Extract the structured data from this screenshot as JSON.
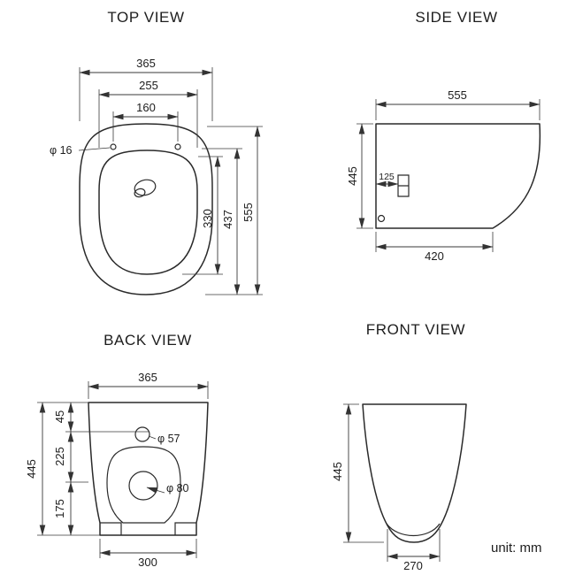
{
  "unit_label": "unit: mm",
  "views": {
    "top": {
      "title": "TOP VIEW",
      "dims": {
        "overall_width": "365",
        "seat_width": "255",
        "hinge_spacing": "160",
        "hinge_hole_diameter": "φ 16",
        "bowl_length": "330",
        "seat_length": "437",
        "overall_length": "555"
      }
    },
    "side": {
      "title": "SIDE VIEW",
      "dims": {
        "overall_depth": "555",
        "overall_height": "445",
        "mount_offset": "125",
        "base_depth": "420"
      }
    },
    "back": {
      "title": "BACK VIEW",
      "dims": {
        "overall_width": "365",
        "inlet_offset": "45",
        "mid_section": "225",
        "lower_section": "175",
        "overall_height": "445",
        "inlet_diameter": "φ 57",
        "outlet_diameter": "φ 80",
        "base_width": "300"
      }
    },
    "front": {
      "title": "FRONT VIEW",
      "dims": {
        "overall_height": "445",
        "base_width": "270"
      }
    }
  }
}
